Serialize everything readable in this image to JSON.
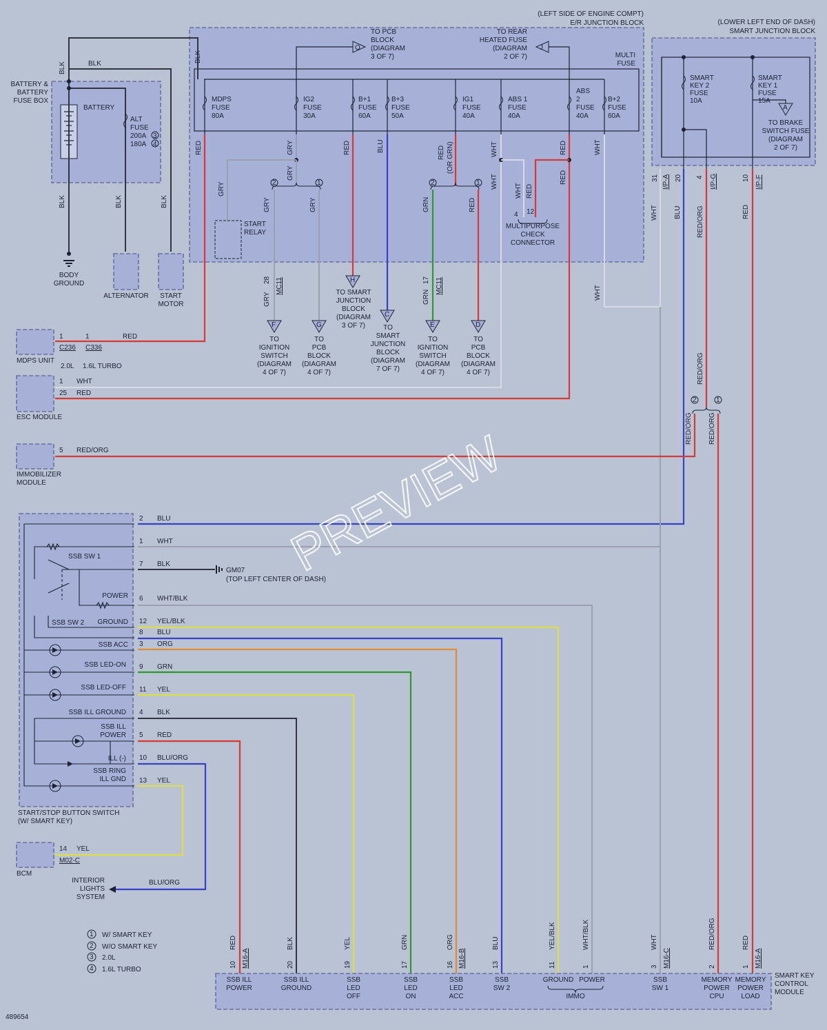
{
  "header": {
    "er_block_loc": "(LEFT SIDE OF ENGINE COMPT)",
    "er_block_name": "E/R JUNCTION BLOCK",
    "sjb_loc": "(LOWER LEFT END OF DASH)",
    "sjb_name": "SMART JUNCTION BLOCK"
  },
  "battery_box": {
    "title1": "BATTERY &",
    "title2": "BATTERY",
    "title3": "FUSE BOX",
    "battery": "BATTERY",
    "alt_fuse1": "ALT",
    "alt_fuse2": "FUSE",
    "alt_fuse3": "200A",
    "alt_fuse4": "180A",
    "n3": "3",
    "n4": "4",
    "blk": "BLK"
  },
  "grounds": {
    "body_ground1": "BODY",
    "body_ground2": "GROUND",
    "alternator": "ALTERNATOR",
    "start_motor1": "START",
    "start_motor2": "MOTOR"
  },
  "er_block": {
    "multi_fuse1": "MULTI",
    "multi_fuse2": "FUSE",
    "to_pcb1": "TO PCB",
    "to_pcb2": "BLOCK",
    "to_pcb3": "(DIAGRAM",
    "to_pcb4": "3 OF 7)",
    "to_rear1": "TO REAR",
    "to_rear2": "HEATED FUSE",
    "to_rear3": "(DIAGRAM",
    "to_rear4": "2 OF 7)",
    "conn_o": "O",
    "conn_j": "J",
    "fuses": [
      {
        "n1": "MDPS",
        "n2": "FUSE",
        "amp": "80A"
      },
      {
        "n1": "IG2",
        "n2": "FUSE",
        "amp": "30A"
      },
      {
        "n1": "B+1",
        "n2": "FUSE",
        "amp": "60A"
      },
      {
        "n1": "B+3",
        "n2": "FUSE",
        "amp": "50A"
      },
      {
        "n1": "IG1",
        "n2": "FUSE",
        "amp": "40A"
      },
      {
        "n1": "ABS 1",
        "n2": "FUSE",
        "amp": "40A"
      },
      {
        "n1": "ABS",
        "n2": "2",
        "n3": "FUSE",
        "amp": "40A"
      },
      {
        "n1": "B+2",
        "n2": "FUSE",
        "amp": "60A"
      }
    ],
    "start_relay1": "START",
    "start_relay2": "RELAY",
    "mpc1": "MULTIPURPOSE",
    "mpc2": "CHECK",
    "mpc3": "CONNECTOR",
    "mpc_pin4": "4",
    "mpc_pin12": "12"
  },
  "destinations": [
    {
      "tag": "F",
      "t1": "TO",
      "t2": "IGNITION",
      "t3": "SWITCH",
      "t4": "(DIAGRAM",
      "t5": "4 OF 7)"
    },
    {
      "tag": "G",
      "t1": "TO",
      "t2": "PCB",
      "t3": "BLOCK",
      "t4": "(DIAGRAM",
      "t5": "4 OF 7)"
    },
    {
      "tag": "H",
      "t1": "TO SMART",
      "t2": "JUNCTION",
      "t3": "BLOCK",
      "t4": "(DIAGRAM",
      "t5": "3 OF 7)"
    },
    {
      "tag": "C",
      "t1": "TO",
      "t2": "SMART",
      "t3": "JUNCTION",
      "t4": "BLOCK",
      "t5": "(DIAGRAM",
      "t6": "7 OF 7)"
    },
    {
      "tag": "E",
      "t1": "TO",
      "t2": "IGNITION",
      "t3": "SWITCH",
      "t4": "(DIAGRAM",
      "t5": "4 OF 7)"
    },
    {
      "tag": "D",
      "t1": "TO",
      "t2": "PCB",
      "t3": "BLOCK",
      "t4": "(DIAGRAM",
      "t5": "4 OF 7)"
    }
  ],
  "mc11": {
    "pin28": "28",
    "pin17": "17",
    "conn": "MC11"
  },
  "sjb": {
    "fuse1_1": "SMART",
    "fuse1_2": "KEY 2",
    "fuse1_3": "FUSE",
    "fuse1_4": "10A",
    "fuse2_1": "SMART",
    "fuse2_2": "KEY 1",
    "fuse2_3": "FUSE",
    "fuse2_4": "15A",
    "brake1": "TO BRAKE",
    "brake2": "SWITCH FUSE",
    "brake3": "(DIAGRAM",
    "brake4": "2 OF 7)",
    "conn_a": "A",
    "pins": [
      "31",
      "20",
      "4",
      "10"
    ],
    "conns": [
      "I/P-A",
      "I/P-G",
      "I/P-F"
    ]
  },
  "left_modules": {
    "mdps": "MDPS UNIT",
    "mdps_p1": "1",
    "mdps_c1": "C236",
    "mdps_c2": "C336",
    "mdps_20l": "2.0L",
    "mdps_16l": "1.6L TURBO",
    "esc": "ESC MODULE",
    "esc_p1": "1",
    "esc_p25": "25",
    "immo1": "IMMOBILIZER",
    "immo2": "MODULE",
    "immo_p5": "5"
  },
  "wire_colors": {
    "red": "RED",
    "blk": "BLK",
    "blu": "BLU",
    "wht": "WHT",
    "gry": "GRY",
    "grn": "GRN",
    "yel": "YEL",
    "org": "ORG",
    "red_org": "RED/ORG",
    "wht_blk": "WHT/BLK",
    "yel_blk": "YEL/BLK",
    "blu_org": "BLU/ORG",
    "or_grn": "(OR GRN)"
  },
  "ssb": {
    "title1": "START/STOP BUTTON SWITCH",
    "title2": "(W/ SMART KEY)",
    "sw1": "SSB SW 1",
    "sw2": "SSB SW 2",
    "power": "POWER",
    "ground": "GROUND",
    "acc": "SSB ACC",
    "led_on": "SSB LED-ON",
    "led_off": "SSB LED-OFF",
    "ill_ground": "SSB ILL GROUND",
    "ill_power1": "SSB ILL",
    "ill_power2": "POWER",
    "ill_minus": "ILL (-)",
    "ring1": "SSB RING",
    "ring2": "ILL GND",
    "gm07": "GM07",
    "gm07_loc": "(TOP LEFT CENTER OF DASH)",
    "rows": [
      {
        "pin": "2",
        "wire": "BLU"
      },
      {
        "pin": "1",
        "wire": "WHT"
      },
      {
        "pin": "7",
        "wire": "BLK"
      },
      {
        "pin": "6",
        "wire": "WHT/BLK"
      },
      {
        "pin": "12",
        "wire": "YEL/BLK"
      },
      {
        "pin": "8",
        "wire": "BLU"
      },
      {
        "pin": "3",
        "wire": "ORG"
      },
      {
        "pin": "9",
        "wire": "GRN"
      },
      {
        "pin": "11",
        "wire": "YEL"
      },
      {
        "pin": "4",
        "wire": "BLK"
      },
      {
        "pin": "5",
        "wire": "RED"
      },
      {
        "pin": "10",
        "wire": "BLU/ORG"
      },
      {
        "pin": "13",
        "wire": "YEL"
      }
    ]
  },
  "bcm": {
    "label": "BCM",
    "pin": "14",
    "wire": "YEL",
    "conn": "M02-C"
  },
  "interior": {
    "t1": "INTERIOR",
    "t2": "LIGHTS",
    "t3": "SYSTEM",
    "wire": "BLU/ORG"
  },
  "legend": [
    {
      "n": "1",
      "t": "W/ SMART KEY"
    },
    {
      "n": "2",
      "t": "W/O SMART KEY"
    },
    {
      "n": "3",
      "t": "2.0L"
    },
    {
      "n": "4",
      "t": "1.6L TURBO"
    }
  ],
  "skm": {
    "title1": "SMART KEY",
    "title2": "CONTROL",
    "title3": "MODULE",
    "pins": [
      {
        "pin": "10",
        "wire": "RED",
        "conn": "M16-A",
        "l1": "SSB ILL",
        "l2": "POWER"
      },
      {
        "pin": "20",
        "wire": "BLK",
        "l1": "SSB ILL",
        "l2": "GROUND"
      },
      {
        "pin": "19",
        "wire": "YEL",
        "l1": "SSB",
        "l2": "LED",
        "l3": "OFF"
      },
      {
        "pin": "17",
        "wire": "GRN",
        "l1": "SSB",
        "l2": "LED",
        "l3": "ON"
      },
      {
        "pin": "16",
        "wire": "ORG",
        "conn": "M16-B",
        "l1": "SSB",
        "l2": "LED",
        "l3": "ACC"
      },
      {
        "pin": "13",
        "wire": "BLU",
        "l1": "SSB",
        "l2": "SW 2"
      },
      {
        "pin": "11",
        "wire": "YEL/BLK",
        "l1": "GROUND"
      },
      {
        "pin": "1",
        "wire": "WHT/BLK",
        "l1": "POWER"
      },
      {
        "pin": "3",
        "wire": "WHT",
        "conn": "M16-C",
        "l1": "SSB",
        "l2": "SW 1"
      },
      {
        "pin": "2",
        "wire": "RED/ORG",
        "l1": "MEMORY",
        "l2": "POWER",
        "l3": "CPU"
      },
      {
        "pin": "1",
        "wire": "RED",
        "conn": "M16-A",
        "l1": "MEMORY",
        "l2": "POWER",
        "l3": "LOAD"
      }
    ],
    "immo": "IMMO"
  },
  "watermark": "PREVIEW",
  "diagram_id": "489654"
}
